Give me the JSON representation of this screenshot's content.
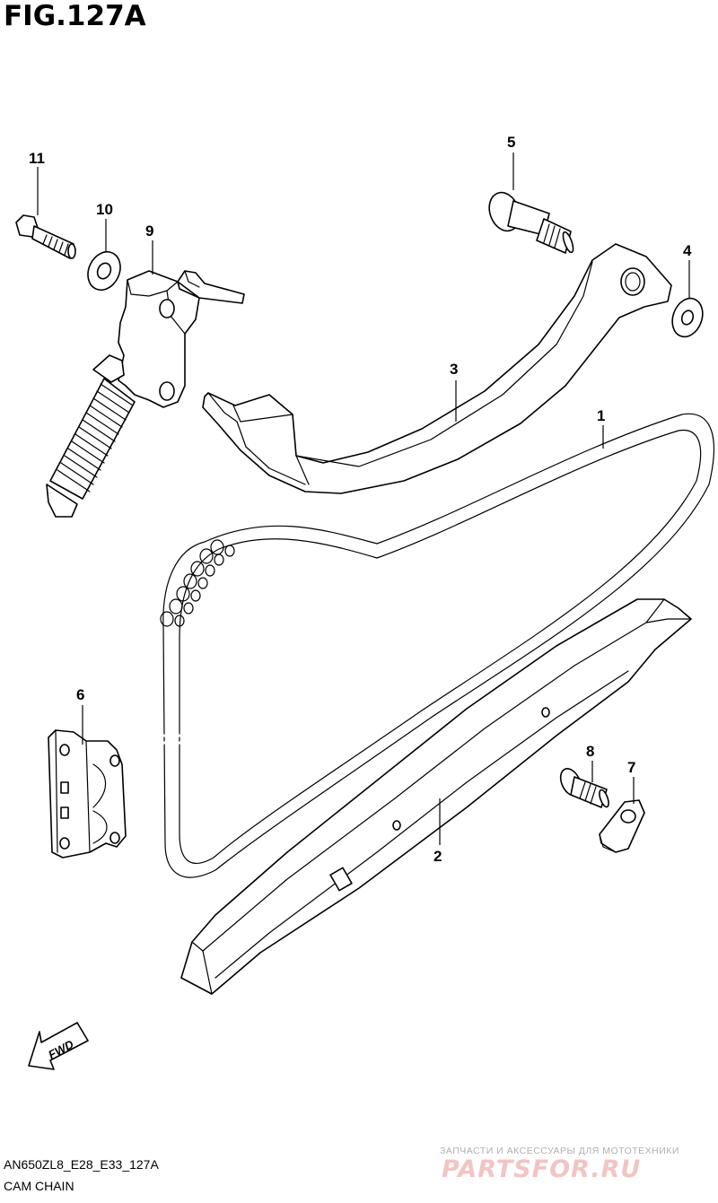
{
  "figure": {
    "title": "FIG.127A",
    "model_code": "AN650ZL8_E28_E33_127A",
    "section_name": "CAM CHAIN"
  },
  "callouts": [
    "1",
    "2",
    "3",
    "4",
    "5",
    "6",
    "7",
    "8",
    "9",
    "10",
    "11"
  ],
  "fwd_label": "FWD",
  "watermark": {
    "tagline": "ЗАПЧАСТИ И АКСЕССУАРЫ ДЛЯ МОТОТЕХНИКИ",
    "logo": "PARTSFOR.RU"
  },
  "colors": {
    "line": "#000000",
    "background": "#ffffff",
    "watermark": "#f2c4c4"
  }
}
